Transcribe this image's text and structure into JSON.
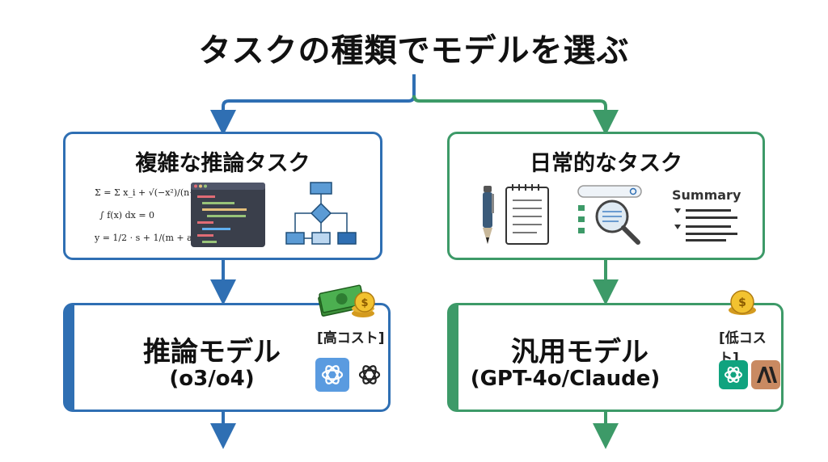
{
  "title": "タスクの種類でモデルを選ぶ",
  "left_branch": {
    "task_title": "複雑な推論タスク",
    "math_lines": [
      "Σ = Σ x_i + √(−x²)/(n−b)",
      "∫ f(x) dx = 0",
      "y = 1/2 · s + 1/(m + a²)"
    ],
    "model_name": "推論モデル",
    "model_sub": "(o3/o4)",
    "cost": "[高コスト]",
    "icons": [
      "formula-icon",
      "code-editor-icon",
      "flowchart-icon",
      "money-stack-icon",
      "openai-logo-icon",
      "openai-logo-icon"
    ]
  },
  "right_branch": {
    "task_title": "日常的なタスク",
    "summary_word": "Summary",
    "model_name": "汎用モデル",
    "model_sub": "(GPT-4o/Claude)",
    "cost": "[低コスト]",
    "icons": [
      "pen-icon",
      "notepad-icon",
      "search-magnifier-icon",
      "summary-list-icon",
      "coin-icon",
      "openai-logo-icon",
      "anthropic-logo-icon"
    ]
  },
  "colors": {
    "blue": "#2f6fb3",
    "green": "#3d9a68"
  }
}
